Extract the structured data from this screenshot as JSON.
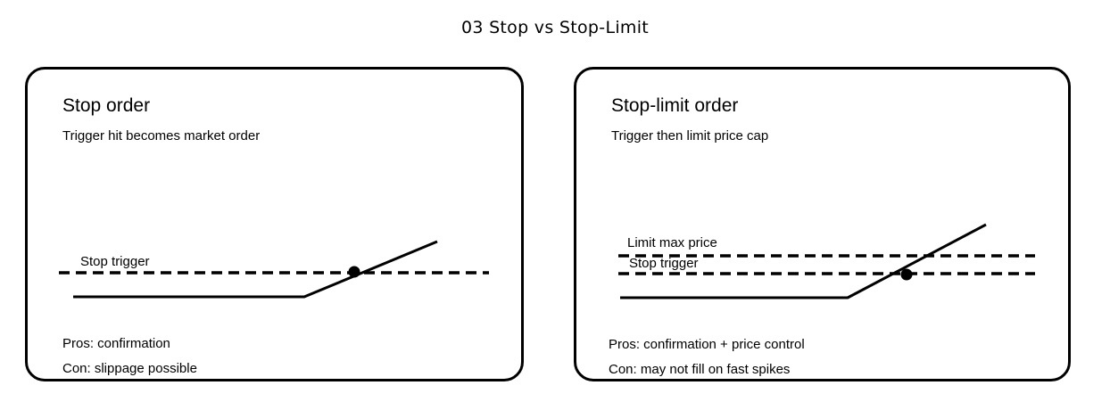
{
  "page_title": "03 Stop vs Stop-Limit",
  "colors": {
    "background": "#ffffff",
    "line": "#000000",
    "text": "#000000"
  },
  "panels": [
    {
      "heading": "Stop order",
      "subtitle": "Trigger hit becomes market order",
      "lines": [
        {
          "label": "Stop trigger",
          "style": "dashed"
        }
      ],
      "marker": "trigger-hit-dot",
      "pros": "Pros: confirmation",
      "con": "Con: slippage possible"
    },
    {
      "heading": "Stop-limit order",
      "subtitle": "Trigger then limit price cap",
      "lines": [
        {
          "label": "Limit max price",
          "style": "dashed"
        },
        {
          "label": "Stop trigger",
          "style": "dashed"
        }
      ],
      "marker": "trigger-hit-dot",
      "pros": "Pros: confirmation + price control",
      "con": "Con: may not fill on fast spikes"
    }
  ]
}
